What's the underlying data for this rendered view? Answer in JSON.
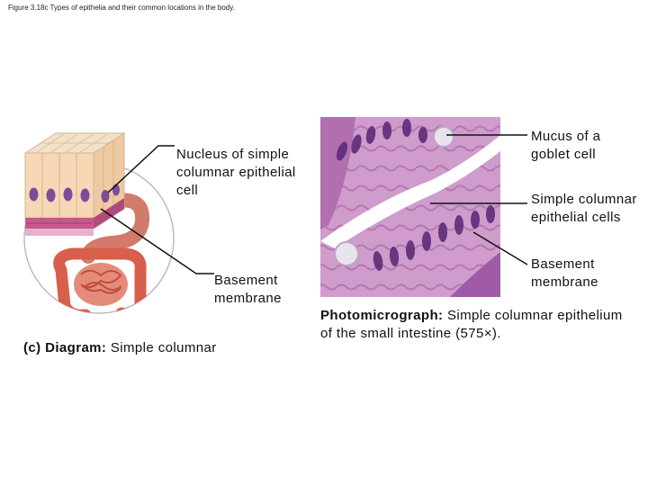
{
  "figure_title": "Figure 3.18c Types of epithelia and their common locations in the body.",
  "labels": {
    "nucleus": "Nucleus of simple columnar epithelial cell",
    "basement_left": "Basement membrane",
    "mucus": "Mucus of a goblet cell",
    "simple_cells": "Simple columnar epithelial cells",
    "basement_right": "Basement membrane"
  },
  "captions": {
    "left_prefix": "(c) Diagram:",
    "left_text": " Simple columnar",
    "right_prefix": "Photomicrograph:",
    "right_text": " Simple columnar epithelium of the small intestine (575×)."
  },
  "colors": {
    "cell": "#f6d7b6",
    "cell_top": "#f3e2c9",
    "nucleus": "#7a4d9a",
    "basement": "#c9578f",
    "intestine": "#d85f4a",
    "tissue": "#c98fc4",
    "tissue_dark": "#8a3f8c",
    "lumen": "#ffffff"
  },
  "icons": {
    "diagram": "columnar-cell-block-illustration",
    "organs": "digestive-tract-illustration",
    "micrograph": "intestinal-epithelium-micrograph"
  }
}
